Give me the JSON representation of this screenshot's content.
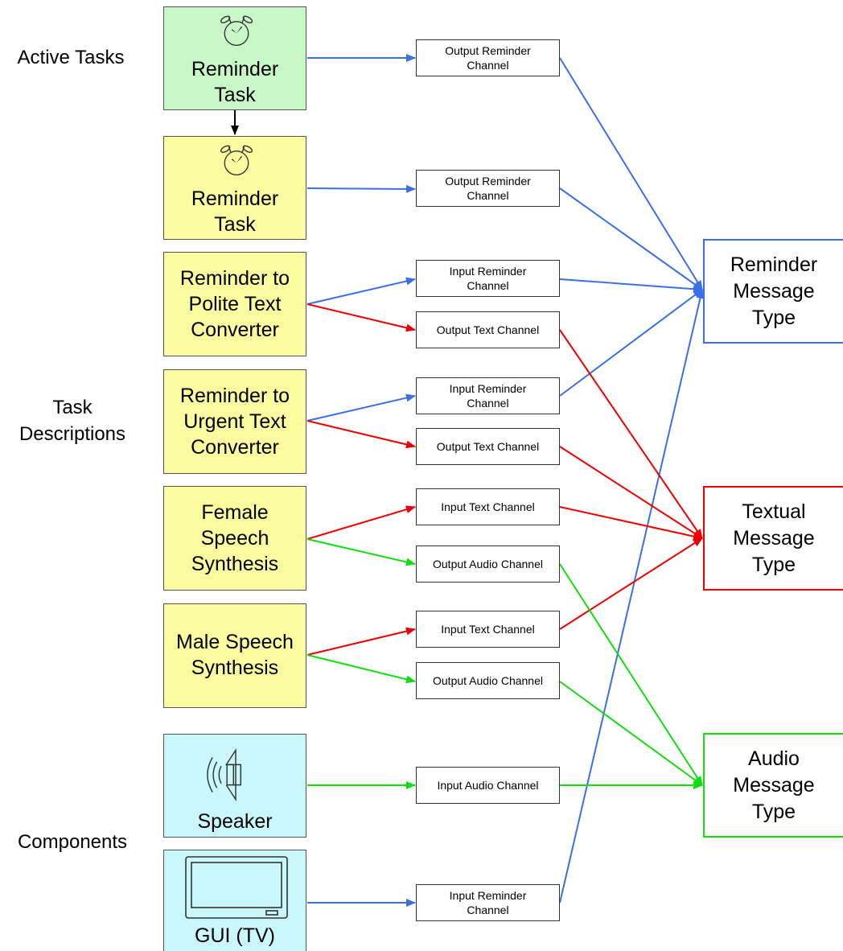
{
  "side_labels": {
    "active_tasks": "Active Tasks",
    "task_descriptions": "Task\nDescriptions",
    "components": "Components"
  },
  "boxes": {
    "active_reminder_task": "Reminder\nTask",
    "reminder_task": "Reminder\nTask",
    "polite_converter": "Reminder to\nPolite Text\nConverter",
    "urgent_converter": "Reminder to\nUrgent Text\nConverter",
    "female_speech": "Female\nSpeech\nSynthesis",
    "male_speech": "Male Speech\nSynthesis",
    "speaker": "Speaker",
    "gui_tv": "GUI (TV)"
  },
  "channels": {
    "c1": "Output Reminder\nChannel",
    "c2": "Output Reminder\nChannel",
    "c3": "Input Reminder\nChannel",
    "c4": "Output Text Channel",
    "c5": "Input Reminder\nChannel",
    "c6": "Output Text Channel",
    "c7": "Input Text Channel",
    "c8": "Output Audio Channel",
    "c9": "Input Text Channel",
    "c10": "Output Audio Channel",
    "c11": "Input Audio Channel",
    "c12": "Input Reminder\nChannel"
  },
  "message_types": {
    "reminder": "Reminder\nMessage\nType",
    "textual": "Textual\nMessage\nType",
    "audio": "Audio\nMessage\nType"
  },
  "icons": {
    "alarm_clock_1": "alarm-clock-icon",
    "alarm_clock_2": "alarm-clock-icon",
    "speaker": "speaker-icon",
    "tv": "tv-icon"
  },
  "colors": {
    "reminder": "#3b6fe8",
    "text": "#ee0000",
    "audio": "#11dd11",
    "active_fill": "#c8f7c8",
    "task_fill": "#fbfb9f",
    "component_fill": "#c9f7fb"
  }
}
